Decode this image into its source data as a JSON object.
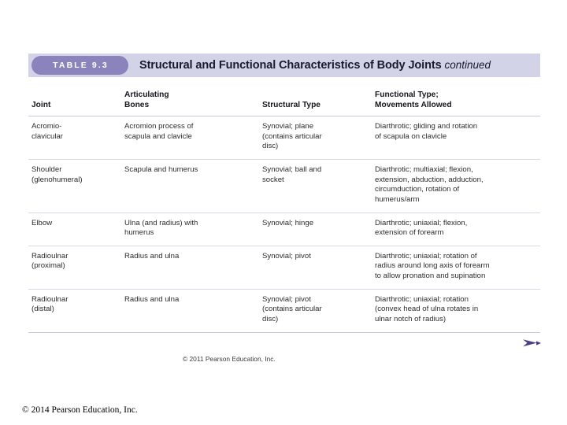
{
  "slide": {
    "credit": "© 2014 Pearson Education, Inc."
  },
  "figure": {
    "badge_label": "TABLE  9.3",
    "title_main": "Structural and Functional Characteristics of Body Joints",
    "title_continued": "continued",
    "credit": "© 2011 Pearson Education, Inc.",
    "next_arrow_icon": "arrow-right-icon",
    "accent_color": "#8b83bb",
    "band_color": "#d3d3e8",
    "columns": [
      {
        "line1": "Joint",
        "line2": ""
      },
      {
        "line1": "Articulating",
        "line2": "Bones"
      },
      {
        "line1": "Structural Type",
        "line2": ""
      },
      {
        "line1": "Functional Type;",
        "line2": "Movements Allowed"
      }
    ],
    "rows": [
      {
        "joint": [
          "Acromio-",
          "clavicular"
        ],
        "bones": [
          "Acromion process of",
          "scapula and clavicle"
        ],
        "structural": [
          "Synovial; plane",
          "(contains articular",
          "disc)"
        ],
        "functional": [
          "Diarthrotic; gliding and rotation",
          "of scapula on clavicle"
        ]
      },
      {
        "joint": [
          "Shoulder",
          "(glenohumeral)"
        ],
        "bones": [
          "Scapula and humerus"
        ],
        "structural": [
          "Synovial; ball and",
          "socket"
        ],
        "functional": [
          "Diarthrotic; multiaxial; flexion,",
          "extension, abduction, adduction,",
          "circumduction, rotation of",
          "humerus/arm"
        ]
      },
      {
        "joint": [
          "Elbow"
        ],
        "bones": [
          "Ulna (and radius) with",
          "humerus"
        ],
        "structural": [
          "Synovial; hinge"
        ],
        "functional": [
          "Diarthrotic; uniaxial; flexion,",
          "extension of forearm"
        ]
      },
      {
        "joint": [
          "Radioulnar",
          "(proximal)"
        ],
        "bones": [
          "Radius and ulna"
        ],
        "structural": [
          "Synovial; pivot"
        ],
        "functional": [
          "Diarthrotic; uniaxial; rotation of",
          "radius around long axis of forearm",
          "to allow pronation and supination"
        ]
      },
      {
        "joint": [
          "Radioulnar",
          "(distal)"
        ],
        "bones": [
          "Radius and ulna"
        ],
        "structural": [
          "Synovial; pivot",
          "(contains articular",
          "disc)"
        ],
        "functional": [
          "Diarthrotic; uniaxial; rotation",
          "(convex head of ulna rotates in",
          "ulnar notch of radius)"
        ]
      }
    ]
  }
}
